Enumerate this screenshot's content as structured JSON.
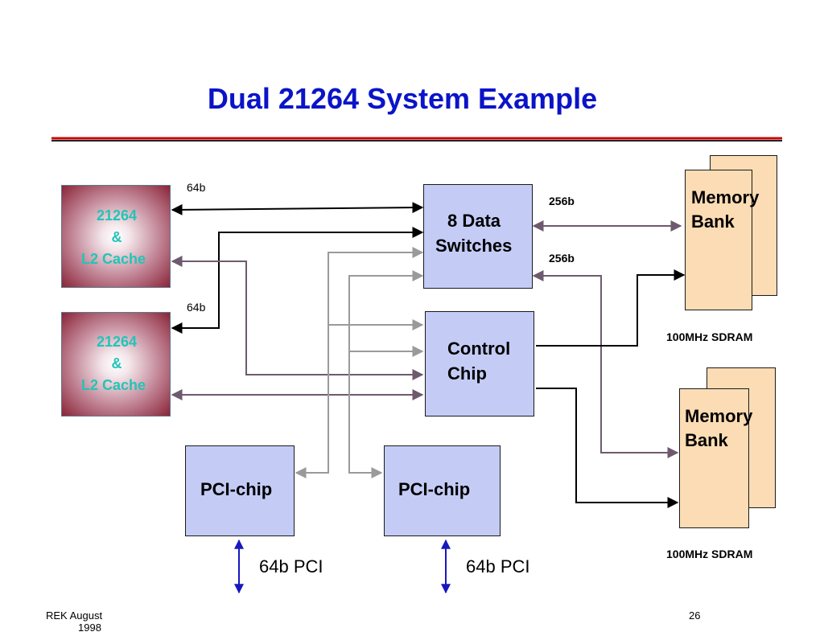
{
  "title": "Dual 21264 System Example",
  "cpu1": {
    "line1": "21264",
    "line2": "&",
    "line3": "L2 Cache"
  },
  "cpu2": {
    "line1": "21264",
    "line2": "&",
    "line3": "L2 Cache"
  },
  "data_switches": {
    "line1": "8 Data",
    "line2": "Switches"
  },
  "control_chip": {
    "line1": "Control",
    "line2": "Chip"
  },
  "pci_chip_1": "PCI-chip",
  "pci_chip_2": "PCI-chip",
  "memory_bank_1": {
    "line1": "Memory",
    "line2": "Bank"
  },
  "memory_bank_2": {
    "line1": "Memory",
    "line2": "Bank"
  },
  "labels": {
    "bus_64b_top": "64b",
    "bus_64b_mid": "64b",
    "bus_256b_top": "256b",
    "bus_256b_bottom": "256b",
    "sdram_1": "100MHz SDRAM",
    "sdram_2": "100MHz SDRAM",
    "pci_bus_1": "64b PCI",
    "pci_bus_2": "64b PCI"
  },
  "footer": {
    "author_line1": "REK August",
    "author_line2": "1998",
    "page_number": "26"
  },
  "colors": {
    "title": "#0a14c8",
    "rule": "#cc0000",
    "cpu_text": "#22c4b8",
    "chip_fill": "#c4ccf6",
    "memory_fill": "#fbdcb4",
    "wire_black": "#000000",
    "wire_purple": "#6e5a6e",
    "wire_gray": "#9a9a9a",
    "pci_arrow": "#1818c0"
  }
}
